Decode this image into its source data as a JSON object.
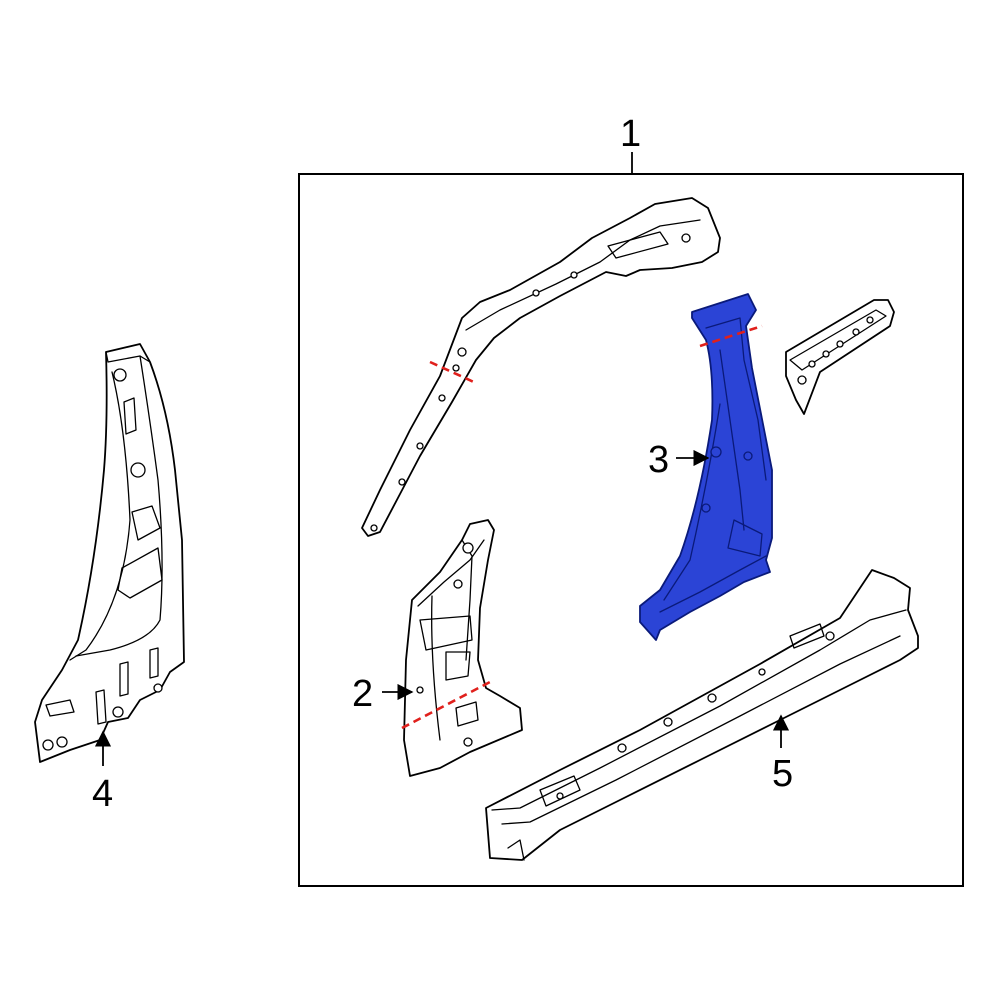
{
  "diagram": {
    "callouts": [
      {
        "id": "1",
        "label": "1"
      },
      {
        "id": "2",
        "label": "2"
      },
      {
        "id": "3",
        "label": "3"
      },
      {
        "id": "4",
        "label": "4"
      },
      {
        "id": "5",
        "label": "5"
      }
    ],
    "highlight_part": "3",
    "colors": {
      "highlight_fill": "#2b44d6",
      "highlight_stroke": "#0a1a7a",
      "cut_line": "#e0201c",
      "line": "#000000",
      "background": "#ffffff"
    }
  }
}
